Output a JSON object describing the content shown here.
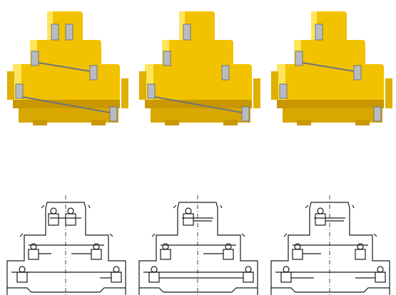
{
  "photos": [
    {
      "subject": "terminal-block-photo",
      "variant": "a"
    },
    {
      "subject": "terminal-block-photo",
      "variant": "b"
    },
    {
      "subject": "terminal-block-photo",
      "variant": "c"
    }
  ],
  "drawings": [
    {
      "subject": "terminal-block-schematic",
      "variant": "a"
    },
    {
      "subject": "terminal-block-schematic",
      "variant": "b"
    },
    {
      "subject": "terminal-block-schematic",
      "variant": "c"
    }
  ],
  "colors": {
    "housing_yellow": "#f2c200",
    "housing_shadow": "#c99700",
    "housing_highlight": "#ffe45c",
    "metal": "#b8bcc2",
    "metal_dark": "#6f747a",
    "line": "#1a1a1a",
    "background": "#ffffff"
  }
}
